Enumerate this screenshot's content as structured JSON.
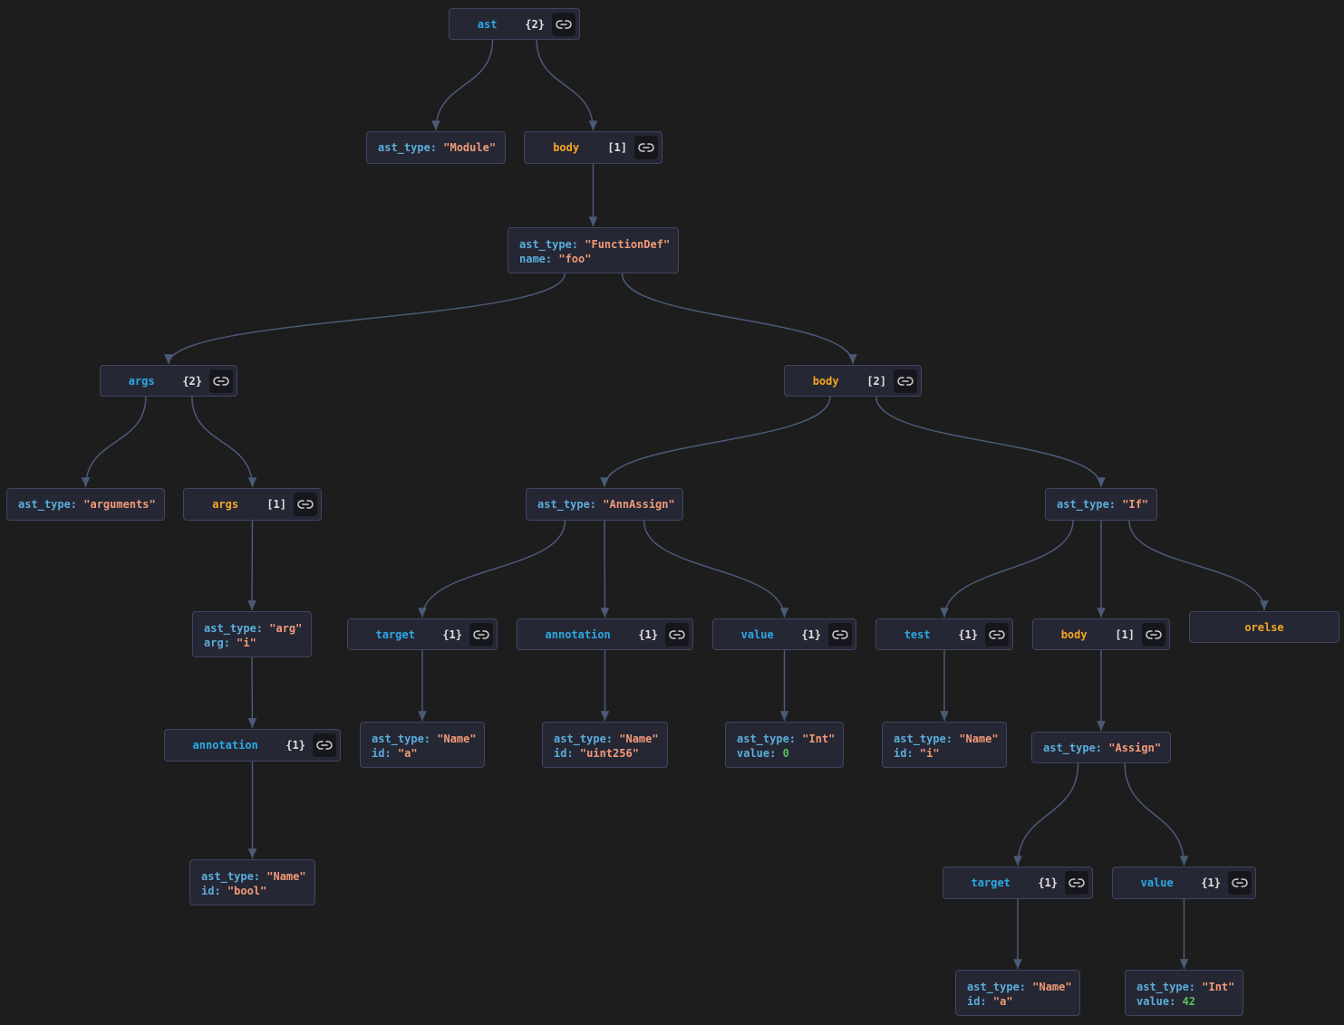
{
  "nodes": [
    {
      "id": "root",
      "type": "group",
      "kind": "obj",
      "key": "ast",
      "count": "{2}"
    },
    {
      "id": "n_module",
      "type": "leaf",
      "rows": [
        {
          "k": "ast_type",
          "v": "\"Module\"",
          "t": "str"
        }
      ]
    },
    {
      "id": "n_body1",
      "type": "group",
      "kind": "arr",
      "key": "body",
      "count": "[1]"
    },
    {
      "id": "n_funcdef",
      "type": "leaf",
      "rows": [
        {
          "k": "ast_type",
          "v": "\"FunctionDef\"",
          "t": "str"
        },
        {
          "k": "name",
          "v": "\"foo\"",
          "t": "str"
        }
      ]
    },
    {
      "id": "n_args_obj",
      "type": "group",
      "kind": "obj",
      "key": "args",
      "count": "{2}"
    },
    {
      "id": "n_body2",
      "type": "group",
      "kind": "arr",
      "key": "body",
      "count": "[2]"
    },
    {
      "id": "n_arguments",
      "type": "leaf",
      "rows": [
        {
          "k": "ast_type",
          "v": "\"arguments\"",
          "t": "str"
        }
      ]
    },
    {
      "id": "n_args_arr",
      "type": "group",
      "kind": "arr",
      "key": "args",
      "count": "[1]"
    },
    {
      "id": "n_arg",
      "type": "leaf",
      "rows": [
        {
          "k": "ast_type",
          "v": "\"arg\"",
          "t": "str"
        },
        {
          "k": "arg",
          "v": "\"i\"",
          "t": "str"
        }
      ]
    },
    {
      "id": "n_annot1",
      "type": "group",
      "kind": "obj",
      "key": "annotation",
      "count": "{1}"
    },
    {
      "id": "n_name_bool",
      "type": "leaf",
      "rows": [
        {
          "k": "ast_type",
          "v": "\"Name\"",
          "t": "str"
        },
        {
          "k": "id",
          "v": "\"bool\"",
          "t": "str"
        }
      ]
    },
    {
      "id": "n_annassign",
      "type": "leaf",
      "rows": [
        {
          "k": "ast_type",
          "v": "\"AnnAssign\"",
          "t": "str"
        }
      ]
    },
    {
      "id": "n_target1",
      "type": "group",
      "kind": "obj",
      "key": "target",
      "count": "{1}"
    },
    {
      "id": "n_annot2",
      "type": "group",
      "kind": "obj",
      "key": "annotation",
      "count": "{1}"
    },
    {
      "id": "n_value1",
      "type": "group",
      "kind": "obj",
      "key": "value",
      "count": "{1}"
    },
    {
      "id": "n_name_a1",
      "type": "leaf",
      "rows": [
        {
          "k": "ast_type",
          "v": "\"Name\"",
          "t": "str"
        },
        {
          "k": "id",
          "v": "\"a\"",
          "t": "str"
        }
      ]
    },
    {
      "id": "n_name_uint",
      "type": "leaf",
      "rows": [
        {
          "k": "ast_type",
          "v": "\"Name\"",
          "t": "str"
        },
        {
          "k": "id",
          "v": "\"uint256\"",
          "t": "str"
        }
      ]
    },
    {
      "id": "n_int0",
      "type": "leaf",
      "rows": [
        {
          "k": "ast_type",
          "v": "\"Int\"",
          "t": "str"
        },
        {
          "k": "value",
          "v": "0",
          "t": "num"
        }
      ]
    },
    {
      "id": "n_if",
      "type": "leaf",
      "rows": [
        {
          "k": "ast_type",
          "v": "\"If\"",
          "t": "str"
        }
      ]
    },
    {
      "id": "n_test",
      "type": "group",
      "kind": "obj",
      "key": "test",
      "count": "{1}"
    },
    {
      "id": "n_body3",
      "type": "group",
      "kind": "arr",
      "key": "body",
      "count": "[1]"
    },
    {
      "id": "n_orelse",
      "type": "empty",
      "kind": "arr",
      "key": "orelse"
    },
    {
      "id": "n_name_i",
      "type": "leaf",
      "rows": [
        {
          "k": "ast_type",
          "v": "\"Name\"",
          "t": "str"
        },
        {
          "k": "id",
          "v": "\"i\"",
          "t": "str"
        }
      ]
    },
    {
      "id": "n_assign",
      "type": "leaf",
      "rows": [
        {
          "k": "ast_type",
          "v": "\"Assign\"",
          "t": "str"
        }
      ]
    },
    {
      "id": "n_target2",
      "type": "group",
      "kind": "obj",
      "key": "target",
      "count": "{1}"
    },
    {
      "id": "n_value2",
      "type": "group",
      "kind": "obj",
      "key": "value",
      "count": "{1}"
    },
    {
      "id": "n_name_a2",
      "type": "leaf",
      "rows": [
        {
          "k": "ast_type",
          "v": "\"Name\"",
          "t": "str"
        },
        {
          "k": "id",
          "v": "\"a\"",
          "t": "str"
        }
      ]
    },
    {
      "id": "n_int42",
      "type": "leaf",
      "rows": [
        {
          "k": "ast_type",
          "v": "\"Int\"",
          "t": "str"
        },
        {
          "k": "value",
          "v": "42",
          "t": "num"
        }
      ]
    }
  ],
  "edges": [
    [
      "root",
      "n_module"
    ],
    [
      "root",
      "n_body1"
    ],
    [
      "n_body1",
      "n_funcdef"
    ],
    [
      "n_funcdef",
      "n_args_obj"
    ],
    [
      "n_funcdef",
      "n_body2"
    ],
    [
      "n_args_obj",
      "n_arguments"
    ],
    [
      "n_args_obj",
      "n_args_arr"
    ],
    [
      "n_args_arr",
      "n_arg"
    ],
    [
      "n_arg",
      "n_annot1"
    ],
    [
      "n_annot1",
      "n_name_bool"
    ],
    [
      "n_body2",
      "n_annassign"
    ],
    [
      "n_body2",
      "n_if"
    ],
    [
      "n_annassign",
      "n_target1"
    ],
    [
      "n_annassign",
      "n_annot2"
    ],
    [
      "n_annassign",
      "n_value1"
    ],
    [
      "n_target1",
      "n_name_a1"
    ],
    [
      "n_annot2",
      "n_name_uint"
    ],
    [
      "n_value1",
      "n_int0"
    ],
    [
      "n_if",
      "n_test"
    ],
    [
      "n_if",
      "n_body3"
    ],
    [
      "n_if",
      "n_orelse"
    ],
    [
      "n_test",
      "n_name_i"
    ],
    [
      "n_body3",
      "n_assign"
    ],
    [
      "n_assign",
      "n_target2"
    ],
    [
      "n_assign",
      "n_value2"
    ],
    [
      "n_target2",
      "n_name_a2"
    ],
    [
      "n_value2",
      "n_int42"
    ]
  ],
  "colors": {
    "background": "#1d1d1d",
    "node_fill": "#262734",
    "node_border": "#3f4663",
    "edge": "#4a5a78",
    "object_key": "#2aa9e6",
    "array_key": "#f5a623",
    "property_key": "#5aaedc",
    "string_value": "#f09b77",
    "number_value": "#56c35a"
  },
  "icons": {
    "group_node_action": "link-icon"
  }
}
